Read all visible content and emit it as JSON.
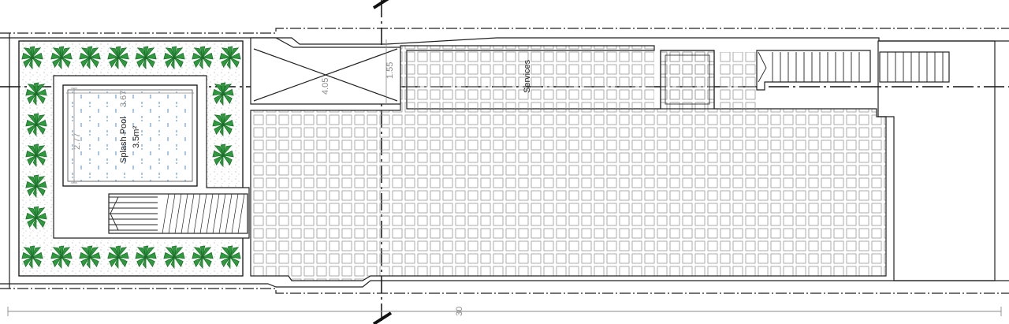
{
  "drawing": {
    "pool_label": "Splash Pool",
    "pool_area": "3.5m²",
    "services_label": "Services",
    "dim_pool_height": "2.77",
    "dim_pool_width": "3.67",
    "dim_shaft_a": "4.05",
    "dim_shaft_b": "1.55",
    "dim_overall": "30"
  },
  "colors": {
    "line": "#222222",
    "grid": "#9a9a9a",
    "water": "#6b9fd4",
    "plant": "#2e9a3e",
    "plant_dark": "#1d6e2a",
    "dimension": "#8a8a8a"
  }
}
